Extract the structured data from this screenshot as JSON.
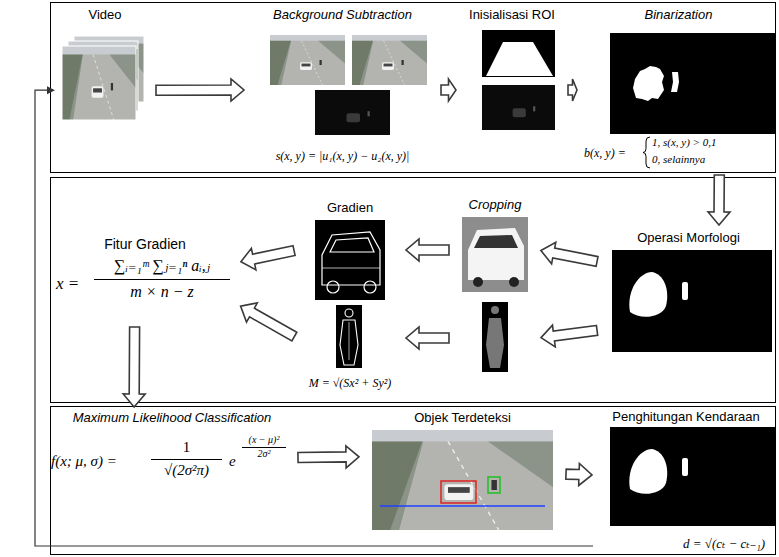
{
  "diagram": {
    "nodes": [
      {
        "text": [
          "Video"
        ]
      },
      {
        "text": [
          "Background Subtraction",
          "s(x, y) = |u₁(x, y) − u₂(x, y)|"
        ]
      },
      {
        "text": [
          "Inisialisasi ROI"
        ]
      },
      {
        "text": [
          "Binarization",
          "b(x, y) =",
          "1, s(x, y) > 0,1",
          "0, selainnya"
        ]
      },
      {
        "text": [
          "Operasi Morfologi"
        ]
      },
      {
        "text": [
          "Cropping"
        ]
      },
      {
        "text": [
          "Gradien",
          "M = √(Sx² + Sy²)"
        ]
      },
      {
        "text": [
          "Fitur Gradien",
          "x =",
          "∑ᵢ₌₁ᵐ ∑ⱼ₌₁ⁿ aᵢ,ⱼ",
          "m × n − z"
        ]
      },
      {
        "text": [
          "Maximum Likelihood Classification",
          "f(x; μ, σ) =",
          "1",
          "√(2σ²π)",
          "e",
          "(x − μ)²",
          "2σ²"
        ]
      },
      {
        "text": [
          "Objek Terdeteksi"
        ]
      },
      {
        "text": [
          "Penghitungan Kendaraan",
          "d = √(cₜ − cₜ₋₁)"
        ]
      }
    ],
    "edges": [
      {
        "from": 0,
        "to": 1,
        "arrow": "to"
      },
      {
        "from": 1,
        "to": 2,
        "arrow": "to"
      },
      {
        "from": 2,
        "to": 3,
        "arrow": "to"
      },
      {
        "from": 3,
        "to": 4,
        "arrow": "to"
      },
      {
        "from": 4,
        "to": 5,
        "arrow": "to"
      },
      {
        "from": 4,
        "to": 5,
        "arrow": "to"
      },
      {
        "from": 5,
        "to": 6,
        "arrow": "to"
      },
      {
        "from": 5,
        "to": 6,
        "arrow": "to"
      },
      {
        "from": 6,
        "to": 7,
        "arrow": "to"
      },
      {
        "from": 6,
        "to": 7,
        "arrow": "to"
      },
      {
        "from": 7,
        "to": 8,
        "arrow": "to"
      },
      {
        "from": 8,
        "to": 9,
        "arrow": "to"
      },
      {
        "from": 9,
        "to": 10,
        "arrow": "to"
      },
      {
        "from": 10,
        "to": 0,
        "arrow": "to"
      }
    ]
  }
}
